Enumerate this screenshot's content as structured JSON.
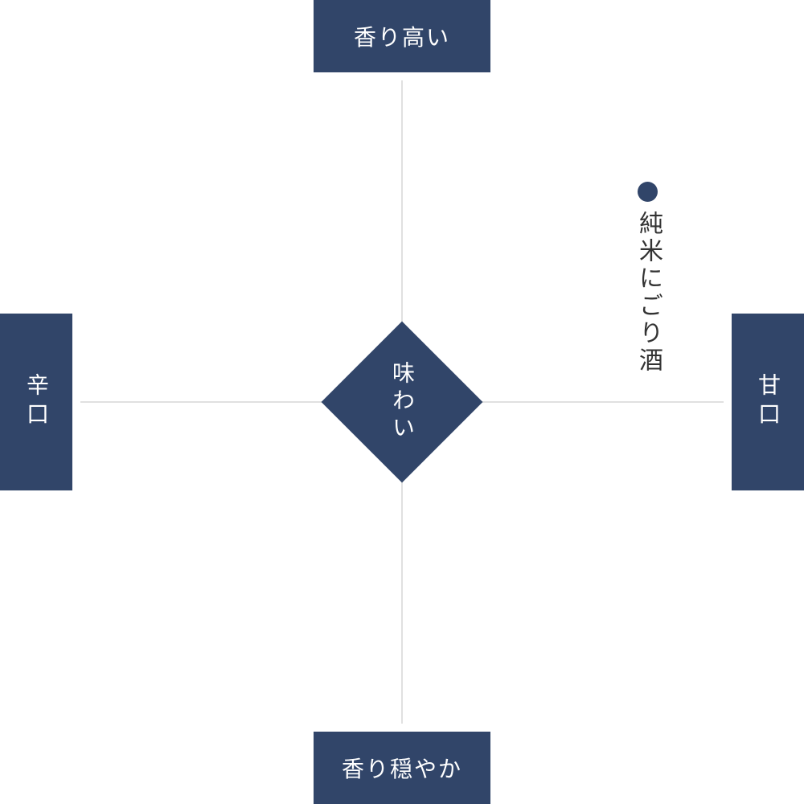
{
  "axes": {
    "top": "香り高い",
    "bottom": "香り穏やか",
    "left": "辛口",
    "right": "甘口"
  },
  "center": {
    "label": "味わい"
  },
  "marker": {
    "label": "純米にごり酒"
  },
  "colors": {
    "accent": "#314569",
    "axis_line": "#e0e0e0",
    "marker_text": "#333333",
    "background": "#ffffff"
  }
}
